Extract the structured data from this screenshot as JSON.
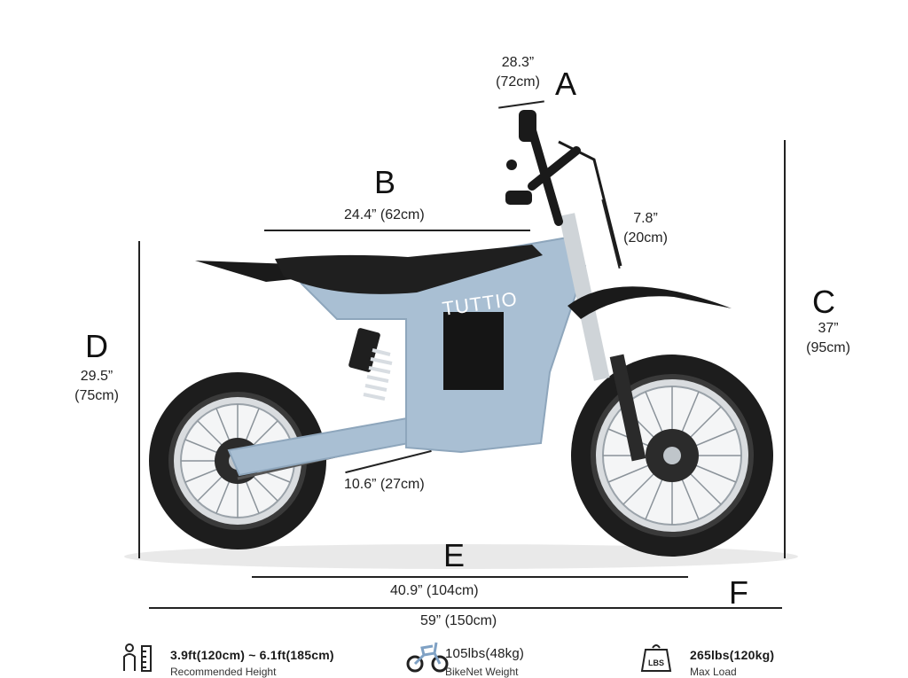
{
  "brand": "TUTTIO",
  "labels": {
    "A": {
      "letter": "A",
      "in": "28.3”",
      "cm": "(72cm)"
    },
    "B": {
      "letter": "B",
      "text": "24.4” (62cm)"
    },
    "C": {
      "letter": "C",
      "in": "37”",
      "cm": "(95cm)"
    },
    "D": {
      "letter": "D",
      "in": "29.5”",
      "cm": "(75cm)"
    },
    "E": {
      "letter": "E",
      "text": "40.9” (104cm)"
    },
    "F": {
      "letter": "F",
      "text": "59” (150cm)"
    },
    "fork": {
      "in": "7.8”",
      "cm": "(20cm)"
    },
    "ground": {
      "text": "10.6” (27cm)"
    }
  },
  "specs": [
    {
      "icon": "height-icon",
      "value": "3.9ft(120cm) ~ 6.1ft(185cm)",
      "caption": "Recommended Height"
    },
    {
      "icon": "bike-icon",
      "value": "105lbs(48kg)",
      "caption": "BikeNet Weight"
    },
    {
      "icon": "lbs-weight-icon",
      "value": "265lbs(120kg)",
      "caption": "Max Load",
      "badge": "LBS"
    }
  ],
  "colors": {
    "frame": "#a9bfd3",
    "frame_dark": "#8ea6bc",
    "tire": "#1d1d1d",
    "seat": "#1f1f1f"
  }
}
